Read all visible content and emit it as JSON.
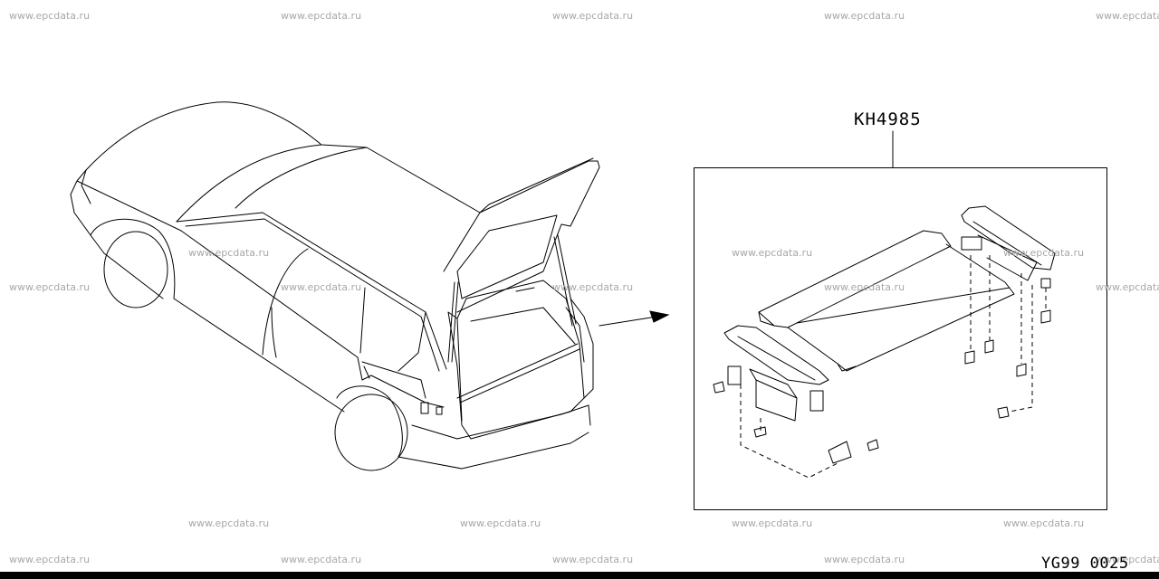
{
  "watermark_text": "www.epcdata.ru",
  "part_label": "KH4985",
  "diagram_code": "YG99 0025"
}
